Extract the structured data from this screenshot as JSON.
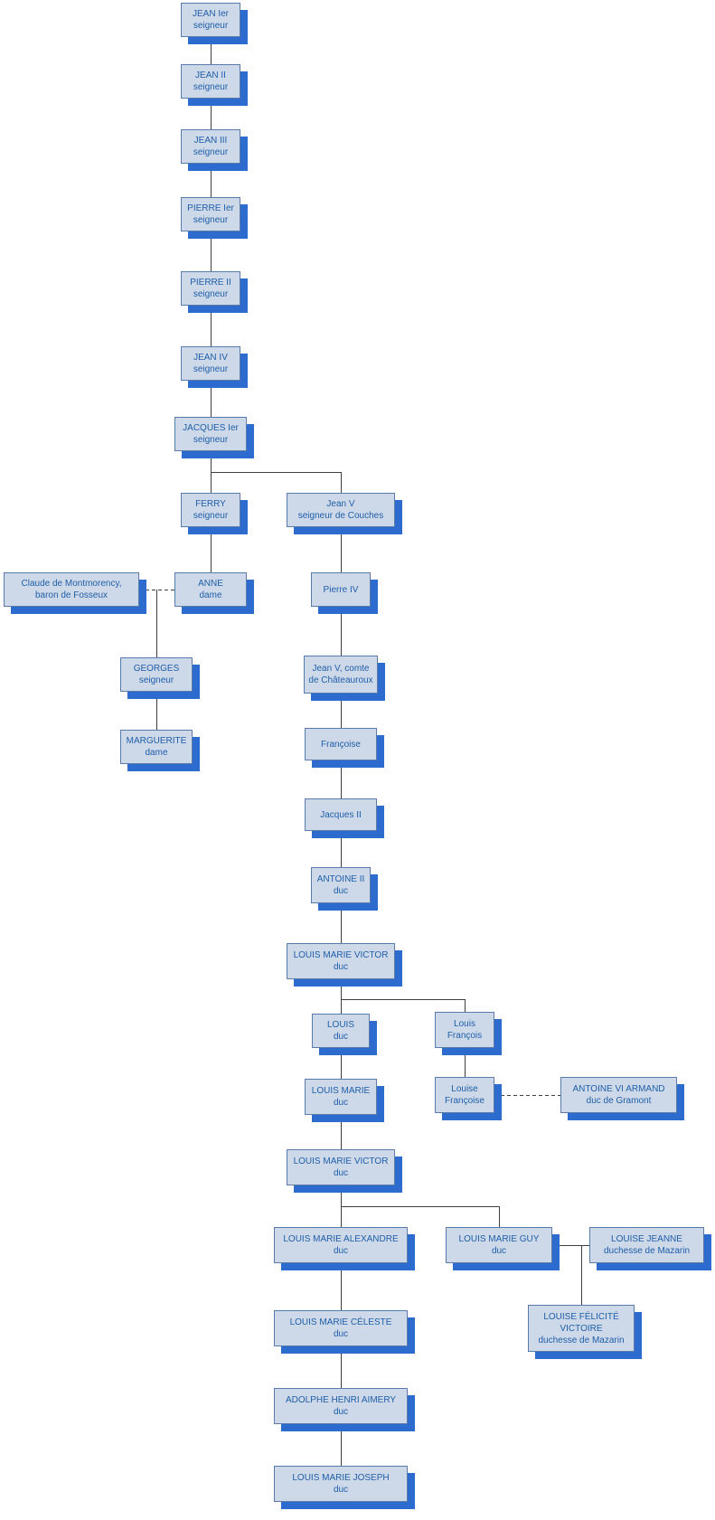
{
  "style": {
    "box_fill": "#cdd9e8",
    "box_border": "#5a7ba8",
    "box_text_color": "#1f5ea9",
    "box_shadow_color": "#2d6bce",
    "connector_color": "#3f3f3f"
  },
  "nodes": {
    "jean_ier": {
      "line1": "JEAN Ier",
      "line2": "seigneur"
    },
    "jean_ii": {
      "line1": "JEAN II",
      "line2": "seigneur"
    },
    "jean_iii": {
      "line1": "JEAN III",
      "line2": "seigneur"
    },
    "pierre_ier": {
      "line1": "PIERRE Ier",
      "line2": "seigneur"
    },
    "pierre_ii": {
      "line1": "PIERRE II",
      "line2": "seigneur"
    },
    "jean_iv": {
      "line1": "JEAN IV",
      "line2": "seigneur"
    },
    "jacques_ier": {
      "line1": "JACQUES Ier",
      "line2": "seigneur"
    },
    "ferry": {
      "line1": "FERRY",
      "line2": "seigneur"
    },
    "jean_v_couches": {
      "line1": "Jean V",
      "line2": "seigneur de Couches"
    },
    "claude_montmorency": {
      "line1": "Claude de Montmorency,",
      "line2": "baron de Fosseux"
    },
    "anne": {
      "line1": "ANNE",
      "line2": "dame"
    },
    "pierre_iv": {
      "line1": "Pierre IV",
      "line2": ""
    },
    "georges": {
      "line1": "GEORGES",
      "line2": "seigneur"
    },
    "jean_v_chateauroux": {
      "line1": "Jean V, comte",
      "line2": "de Châteauroux"
    },
    "marguerite": {
      "line1": "MARGUERITE",
      "line2": "dame"
    },
    "francoise": {
      "line1": "Françoise",
      "line2": ""
    },
    "jacques_ii": {
      "line1": "Jacques II",
      "line2": ""
    },
    "antoine_ii": {
      "line1": "ANTOINE II",
      "line2": "duc"
    },
    "louis_marie_victor_1": {
      "line1": "LOUIS MARIE VICTOR",
      "line2": "duc"
    },
    "louis": {
      "line1": "LOUIS",
      "line2": "duc"
    },
    "louis_francois": {
      "line1": "Louis",
      "line2": "François"
    },
    "louis_marie": {
      "line1": "LOUIS MARIE",
      "line2": "duc"
    },
    "louise_francoise": {
      "line1": "Louise",
      "line2": "Françoise"
    },
    "antoine_vi_armand": {
      "line1": "ANTOINE VI ARMAND",
      "line2": "duc de Gramont"
    },
    "louis_marie_victor_2": {
      "line1": "LOUIS MARIE VICTOR",
      "line2": "duc"
    },
    "louis_marie_alexandre": {
      "line1": "LOUIS MARIE ALEXANDRE",
      "line2": "duc"
    },
    "louis_marie_guy": {
      "line1": "LOUIS MARIE GUY",
      "line2": "duc"
    },
    "louise_jeanne": {
      "line1": "LOUISE JEANNE",
      "line2": "duchesse de Mazarin"
    },
    "louis_marie_celeste": {
      "line1": "LOUIS MARIE CÉLESTE",
      "line2": "duc"
    },
    "louise_felicite_victoire": {
      "line1": "LOUISE FÉLICITÉ VICTOIRE",
      "line2": "duchesse de Mazarin"
    },
    "adolphe_henri_aimery": {
      "line1": "ADOLPHE HENRI AIMERY",
      "line2": "duc"
    },
    "louis_marie_joseph": {
      "line1": "LOUIS MARIE JOSEPH",
      "line2": "duc"
    }
  },
  "edges": {
    "descent": [
      {
        "from": "jean_ier",
        "to": "jean_ii"
      },
      {
        "from": "jean_ii",
        "to": "jean_iii"
      },
      {
        "from": "jean_iii",
        "to": "pierre_ier"
      },
      {
        "from": "pierre_ier",
        "to": "pierre_ii"
      },
      {
        "from": "pierre_ii",
        "to": "jean_iv"
      },
      {
        "from": "jean_iv",
        "to": "jacques_ier"
      },
      {
        "from": "jacques_ier",
        "to": "ferry"
      },
      {
        "from": "jacques_ier",
        "to": "jean_v_couches"
      },
      {
        "from": "ferry",
        "to": "anne"
      },
      {
        "from": "claude_montmorency+anne",
        "to": "georges"
      },
      {
        "from": "georges",
        "to": "marguerite"
      },
      {
        "from": "jean_v_couches",
        "to": "pierre_iv"
      },
      {
        "from": "pierre_iv",
        "to": "jean_v_chateauroux"
      },
      {
        "from": "jean_v_chateauroux",
        "to": "francoise"
      },
      {
        "from": "francoise",
        "to": "jacques_ii"
      },
      {
        "from": "jacques_ii",
        "to": "antoine_ii"
      },
      {
        "from": "antoine_ii",
        "to": "louis_marie_victor_1"
      },
      {
        "from": "louis_marie_victor_1",
        "to": "louis"
      },
      {
        "from": "louis_marie_victor_1",
        "to": "louis_francois"
      },
      {
        "from": "louis",
        "to": "louis_marie"
      },
      {
        "from": "louis_francois",
        "to": "louise_francoise"
      },
      {
        "from": "louis_marie",
        "to": "louis_marie_victor_2"
      },
      {
        "from": "louis_marie_victor_2",
        "to": "louis_marie_alexandre"
      },
      {
        "from": "louis_marie_victor_2",
        "to": "louis_marie_guy"
      },
      {
        "from": "louis_marie_guy+louise_jeanne",
        "to": "louise_felicite_victoire"
      },
      {
        "from": "louis_marie_alexandre",
        "to": "louis_marie_celeste"
      },
      {
        "from": "louis_marie_celeste",
        "to": "adolphe_henri_aimery"
      },
      {
        "from": "adolphe_henri_aimery",
        "to": "louis_marie_joseph"
      }
    ],
    "marriage": [
      {
        "a": "claude_montmorency",
        "b": "anne",
        "style": "dashed"
      },
      {
        "a": "louise_francoise",
        "b": "antoine_vi_armand",
        "style": "dashed"
      },
      {
        "a": "louis_marie_guy",
        "b": "louise_jeanne",
        "style": "solid"
      }
    ]
  }
}
